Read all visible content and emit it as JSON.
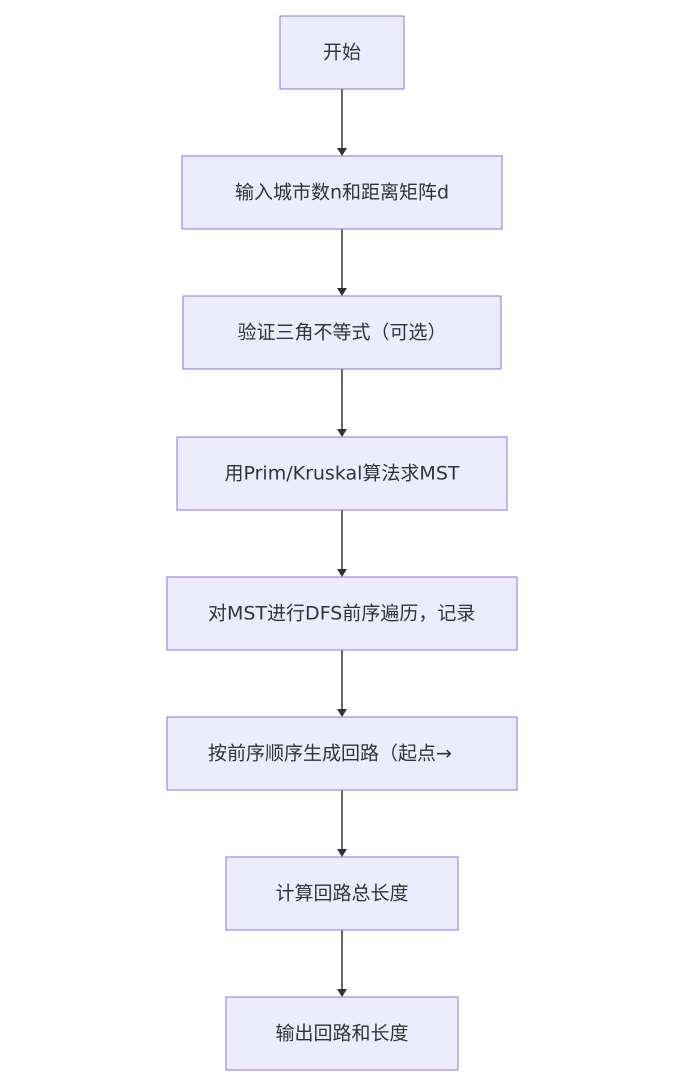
{
  "diagram": {
    "nodes": [
      {
        "id": "start",
        "label": "开始"
      },
      {
        "id": "input",
        "label": "输入城市数n和距离矩阵d"
      },
      {
        "id": "verify",
        "label": "验证三角不等式（可选）"
      },
      {
        "id": "mst",
        "label": "用Prim/Kruskal算法求MST"
      },
      {
        "id": "dfs",
        "label": "对MST进行DFS前序遍历，记录"
      },
      {
        "id": "tour",
        "label": "按前序顺序生成回路（起点→"
      },
      {
        "id": "length",
        "label": "计算回路总长度"
      },
      {
        "id": "output",
        "label": "输出回路和长度"
      }
    ],
    "edges": [
      {
        "from": "start",
        "to": "input"
      },
      {
        "from": "input",
        "to": "verify"
      },
      {
        "from": "verify",
        "to": "mst"
      },
      {
        "from": "mst",
        "to": "dfs"
      },
      {
        "from": "dfs",
        "to": "tour"
      },
      {
        "from": "tour",
        "to": "length"
      },
      {
        "from": "length",
        "to": "output"
      }
    ],
    "colors": {
      "node_fill": "#ECECFF",
      "node_stroke": "#9370DB",
      "text": "#333333",
      "edge": "#333333"
    }
  }
}
